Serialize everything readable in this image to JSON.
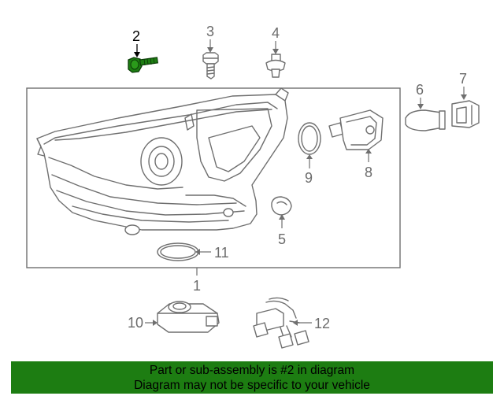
{
  "diagram": {
    "callouts": {
      "c1": "1",
      "c2": "2",
      "c3": "3",
      "c4": "4",
      "c5": "5",
      "c6": "6",
      "c7": "7",
      "c8": "8",
      "c9": "9",
      "c10": "10",
      "c11": "11",
      "c12": "12"
    },
    "highlight_color": "#1d7d12",
    "line_color": "#6f6f6f"
  },
  "banner": {
    "line1": "Part or sub-assembly is #2 in diagram",
    "line2": "Diagram may not be specific to your vehicle",
    "background": "#1d7d12"
  }
}
